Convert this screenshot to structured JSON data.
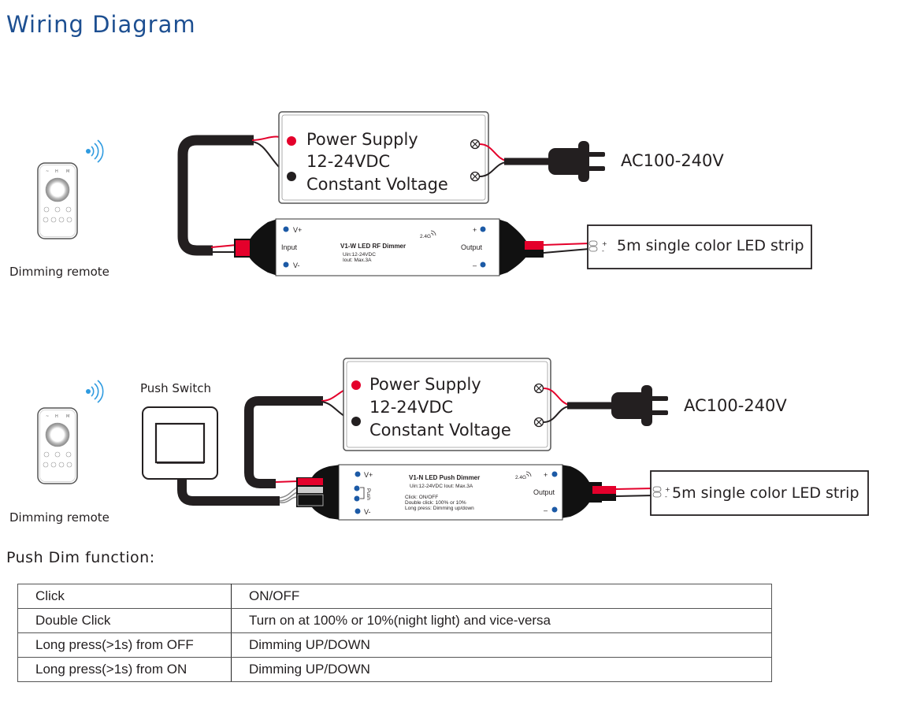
{
  "title": "Wiring Diagram",
  "diagram_top": {
    "remote_label": "Dimming remote",
    "power_supply": {
      "line1": "Power Supply",
      "line2": "12-24VDC",
      "line3": "Constant Voltage"
    },
    "ac_label": "AC100-240V",
    "dimmer": {
      "model": "V1-W  LED RF Dimmer",
      "spec1": "Uin:12-24VDC",
      "spec2": "Iout: Max.3A",
      "rf_badge": "2.4G",
      "vplus": "V+",
      "vminus": "V-",
      "input": "Input",
      "output": "Output",
      "plus": "+",
      "minus": "–"
    },
    "strip_label": "5m single color LED strip"
  },
  "diagram_bottom": {
    "remote_label": "Dimming remote",
    "switch_label": "Push Switch",
    "power_supply": {
      "line1": "Power Supply",
      "line2": "12-24VDC",
      "line3": "Constant Voltage"
    },
    "ac_label": "AC100-240V",
    "dimmer": {
      "model": "V1-N   LED Push Dimmer",
      "spec": "Uin:12-24VDC    Iout: Max.3A",
      "note1": "Click: ON/OFF",
      "note2": "Double click: 100% or 10%",
      "note3": "Long press: Dimming up/down",
      "rf_badge": "2.4G",
      "vplus": "V+",
      "vminus": "V-",
      "push": "Push",
      "output": "Output",
      "plus": "+",
      "minus": "–"
    },
    "strip_label": "5m single color LED strip"
  },
  "colors": {
    "title": "#1d4f91",
    "wire_red": "#e4002b",
    "terminal_blue": "#1c5aa6",
    "signal_blue": "#2f9be0"
  },
  "function_table": {
    "heading": "Push Dim function:",
    "rows": [
      {
        "action": "Click",
        "result": "ON/OFF"
      },
      {
        "action": "Double Click",
        "result": "Turn on at 100% or 10%(night light) and vice-versa"
      },
      {
        "action": "Long press(>1s) from OFF",
        "result": "Dimming UP/DOWN"
      },
      {
        "action": "Long press(>1s) from ON",
        "result": "Dimming UP/DOWN"
      }
    ]
  }
}
